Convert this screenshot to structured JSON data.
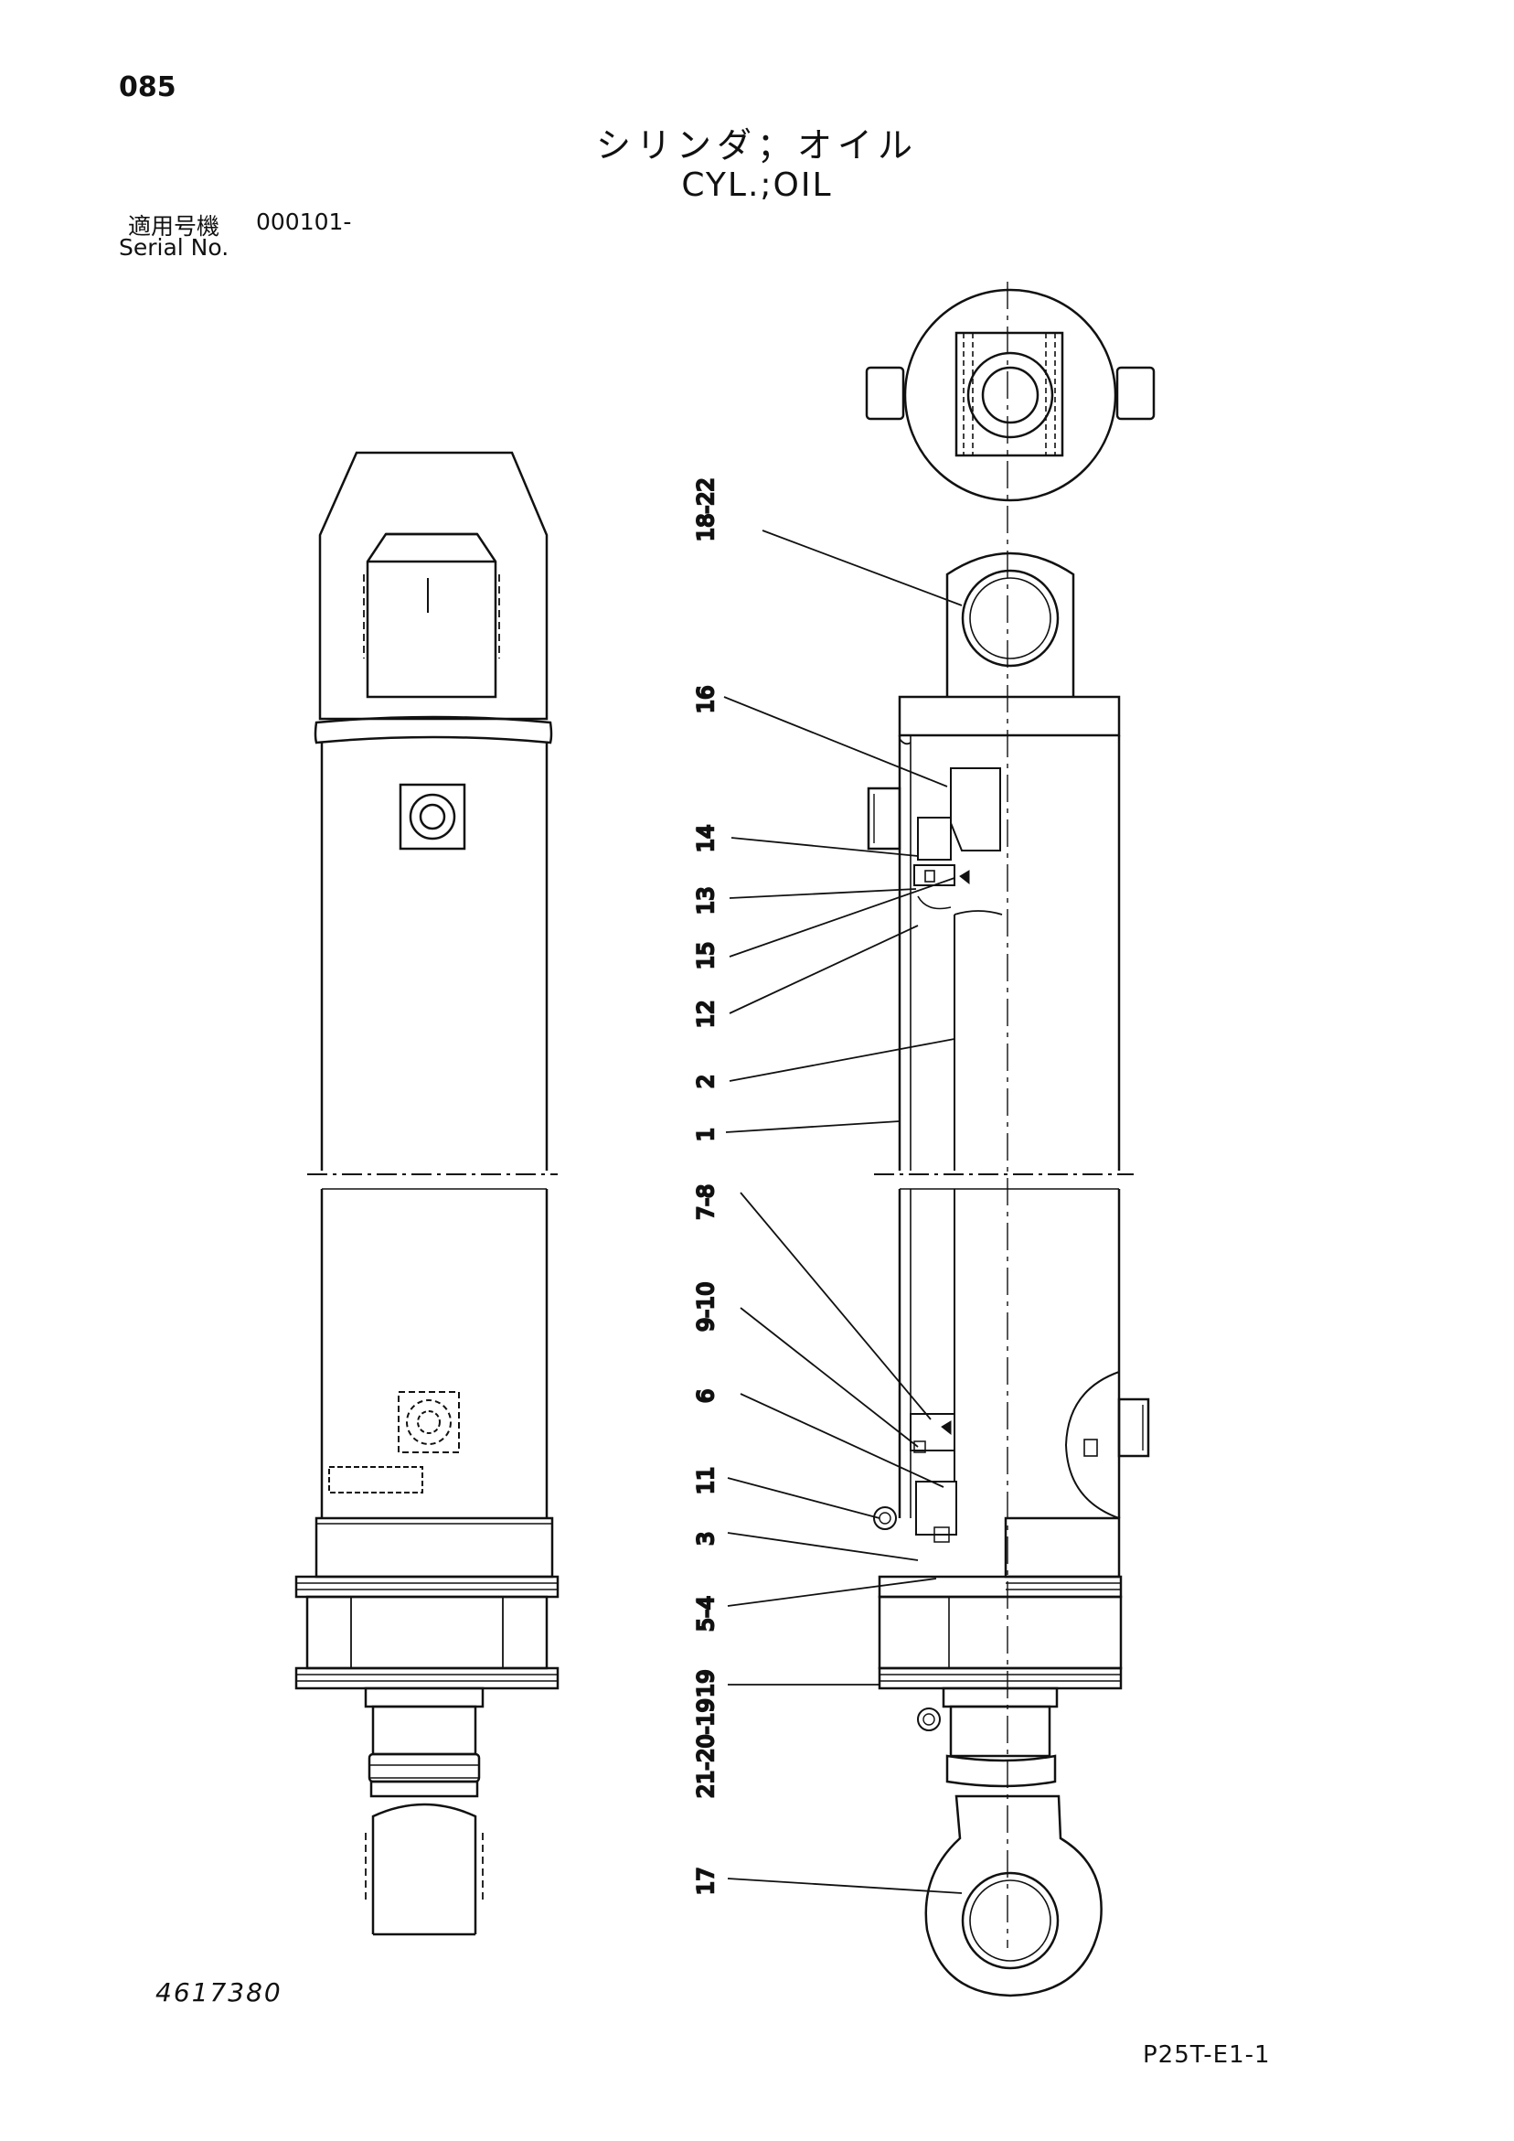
{
  "header": {
    "page_number": "085",
    "title_jp": "シリンダ；オイル",
    "title_en": "CYL.;OIL",
    "serial_label_jp": "適用号機",
    "serial_value": "000101-",
    "serial_label_en": "Serial No."
  },
  "footer": {
    "drawing_number": "4617380",
    "page_code": "P25T-E1-1"
  },
  "callouts": [
    {
      "label": "18-22"
    },
    {
      "label": "16"
    },
    {
      "label": "14"
    },
    {
      "label": "13"
    },
    {
      "label": "15"
    },
    {
      "label": "12"
    },
    {
      "label": "2"
    },
    {
      "label": "1"
    },
    {
      "label": "7-8"
    },
    {
      "label": "9-10"
    },
    {
      "label": "6"
    },
    {
      "label": "11"
    },
    {
      "label": "3"
    },
    {
      "label": "5-4"
    },
    {
      "label": "19"
    },
    {
      "label": "21-20-19"
    },
    {
      "label": "17"
    }
  ]
}
